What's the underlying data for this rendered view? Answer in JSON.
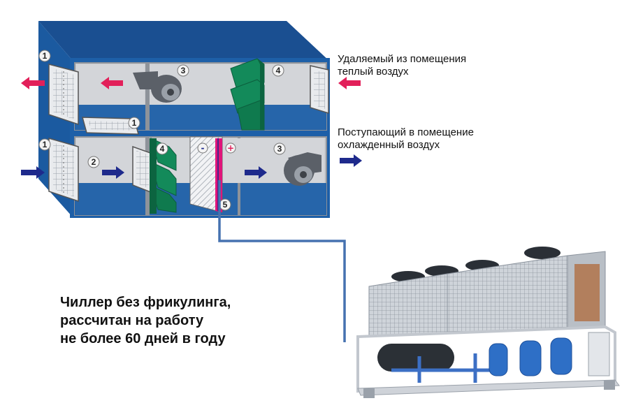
{
  "labels": {
    "exhaust_air": [
      "Удаляемый из помещения",
      "теплый воздух"
    ],
    "supply_air": [
      "Поступающий в помещение",
      "охлажденный воздух"
    ]
  },
  "caption": [
    "Чиллер без фрикулинга,",
    "рассчитан на работу",
    "не более 60 дней в году"
  ],
  "markers": {
    "filter": "1",
    "filter_small": "1",
    "filter_lower": "1",
    "mixer": "2",
    "fan_upper": "3",
    "fan_lower": "3",
    "recuperator_upper": "4",
    "recuperator_lower": "4",
    "cooler": "5"
  },
  "signs": {
    "minus": "-",
    "plus": "+"
  },
  "colors": {
    "housing_blue": "#1d5fa8",
    "chamber_gray": "#c9cbcf",
    "arrow_red": "#e2205a",
    "arrow_navy": "#1e2a8c",
    "coil_green": "#138a5a",
    "pipe_blue": "#4672b0",
    "chiller_frame": "#d4d8de",
    "chiller_pump": "#2e6fc6"
  },
  "icons": [
    "filter-icon",
    "fan-icon",
    "heat-exchanger-icon",
    "cooling-coil-icon",
    "chiller-icon",
    "arrow-icon"
  ]
}
